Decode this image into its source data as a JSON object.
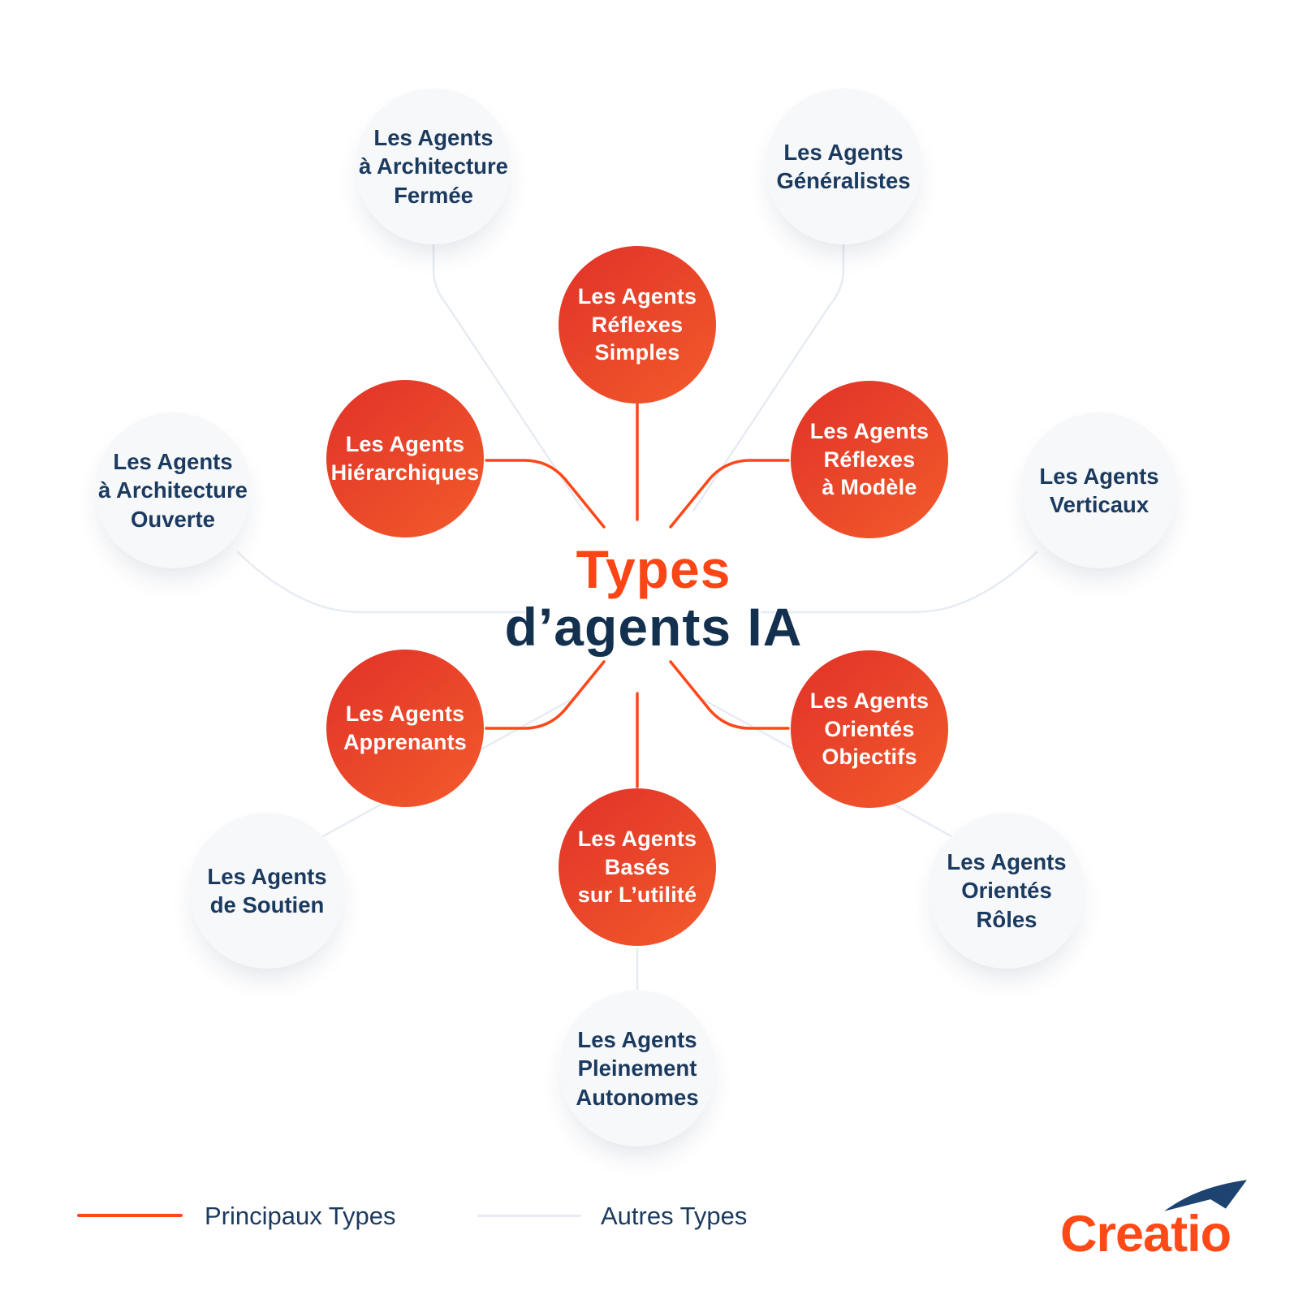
{
  "title": {
    "line1": "Types",
    "line2": "d’agents IA"
  },
  "nodes": {
    "main": [
      {
        "label": "Les Agents\nRéflexes\nSimples"
      },
      {
        "label": "Les Agents\nHiérarchiques"
      },
      {
        "label": "Les Agents\nRéflexes\nà Modèle"
      },
      {
        "label": "Les Agents\nApprenants"
      },
      {
        "label": "Les Agents\nOrientés\nObjectifs"
      },
      {
        "label": "Les Agents\nBasés\nsur L’utilité"
      }
    ],
    "other": [
      {
        "label": "Les Agents\nà Architecture\nFermée"
      },
      {
        "label": "Les Agents\nGénéralistes"
      },
      {
        "label": "Les Agents\nà Architecture\nOuverte"
      },
      {
        "label": "Les Agents\nVerticaux"
      },
      {
        "label": "Les Agents\nde Soutien"
      },
      {
        "label": "Les Agents\nOrientés\nRôles"
      },
      {
        "label": "Les Agents\nPleinement\nAutonomes"
      }
    ]
  },
  "legend": {
    "main_label": "Principaux Types",
    "other_label": "Autres Types"
  },
  "logo": {
    "text": "Creatio"
  },
  "colors": {
    "accent_orange": "#FA4616",
    "navy": "#14304F",
    "node_navy": "#1B3A5F",
    "red_line": "#FF4719",
    "gray_line": "#E7EBF3",
    "red_grad_start": "#E23529",
    "red_grad_end": "#F2592B",
    "gray_node": "#F7F8FA",
    "logo_orange": "#FF4A17",
    "logo_navy": "#1D4370"
  }
}
